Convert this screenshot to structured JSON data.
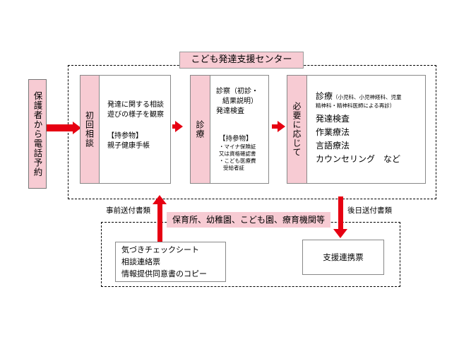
{
  "center": {
    "label": "こども発達支援センター"
  },
  "parent": {
    "text": "保護者から電話予約"
  },
  "step1": {
    "head": "初回相談",
    "line1": "発達に関する相談",
    "line2": "遊びの様子を観察",
    "bring_head": "【持参物】",
    "bring1": "親子健康手帳"
  },
  "step2": {
    "head": "診療",
    "line1": "診察（初診・",
    "line2": "結果説明）",
    "line3": "発達検査",
    "bring_head": "【持参物】",
    "bring1": "・マイナ保険証",
    "bring2": "又は資格確認書",
    "bring3": "・こども医療費",
    "bring4": "受給者証"
  },
  "step3": {
    "head": "必要に応じて",
    "title": "診療",
    "note1": "（小児科、小児神経科、児童",
    "note2": "精神科・精神科医師による再診）",
    "item1": "発達検査",
    "item2": "作業療法",
    "item3": "言語療法",
    "item4": "カウンセリング　など"
  },
  "labels": {
    "pre": "事前送付書類",
    "post": "後日送付書類"
  },
  "institutions": {
    "label": "保育所、幼稚園、こども園、療育機関等"
  },
  "documents": [
    "気づきチェックシート",
    "相談連絡票",
    "情報提供同意書のコピー"
  ],
  "support": {
    "label": "支援連携票"
  },
  "colors": {
    "pink": "#f7cbd3",
    "arrow": "#e60012"
  }
}
